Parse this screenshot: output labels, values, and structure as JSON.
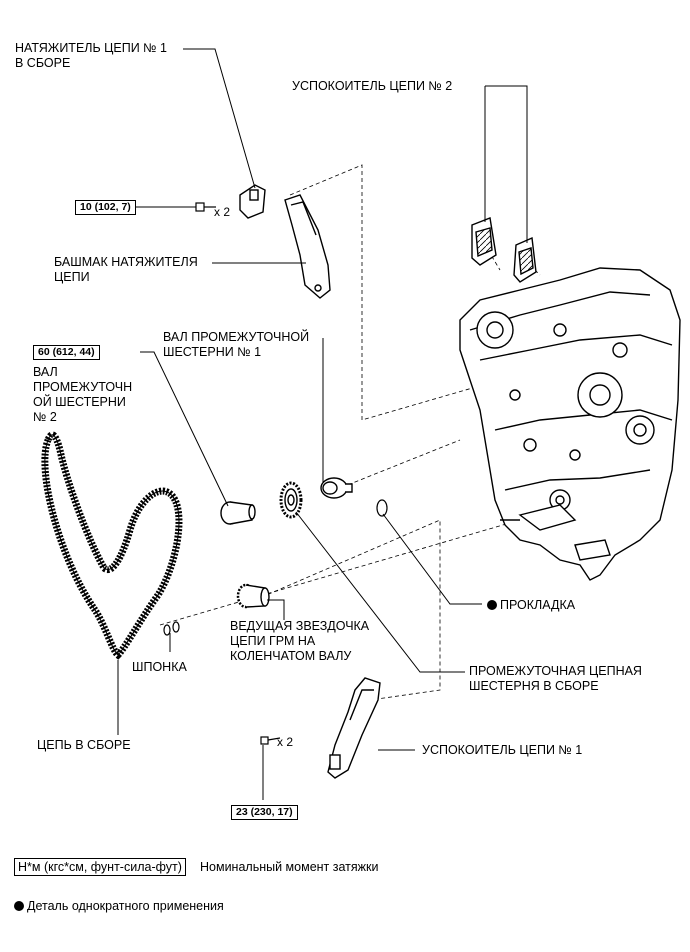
{
  "labels": {
    "tensioner_1": "НАТЯЖИТЕЛЬ ЦЕПИ № 1\nВ СБОРЕ",
    "damper_2": "УСПОКОИТЕЛЬ ЦЕПИ № 2",
    "tensioner_shoe": "БАШМАК НАТЯЖИТЕЛЯ\nЦЕПИ",
    "idler_shaft_1": "ВАЛ ПРОМЕЖУТОЧНОЙ\nШЕСТЕРНИ № 1",
    "idler_shaft_2": "ВАЛ\nПРОМЕЖУТОЧН\nОЙ ШЕСТЕРНИ\n№ 2",
    "gasket": "ПРОКЛАДКА",
    "crank_sprocket": "ВЕДУЩАЯ ЗВЕЗДОЧКА\nЦЕПИ ГРМ НА\nКОЛЕНЧАТОМ ВАЛУ",
    "key": "ШПОНКА",
    "idler_gear_assy": "ПРОМЕЖУТОЧНАЯ ЦЕПНАЯ\nШЕСТЕРНЯ В СБОРЕ",
    "chain_assy": "ЦЕПЬ В СБОРЕ",
    "damper_1": "УСПОКОИТЕЛЬ ЦЕПИ № 1"
  },
  "torques": {
    "tensioner_bolt": "10 (102, 7)",
    "idler_shaft_2": "60 (612, 44)",
    "damper_1_bolt": "23 (230, 17)"
  },
  "multipliers": {
    "tensioner_bolt": "x 2",
    "damper_1_bolt": "x 2"
  },
  "legend": {
    "torque_unit": "Н*м (кгс*см, фунт-сила-фут)",
    "torque_desc": "Номинальный момент затяжки",
    "non_reusable": "Деталь однократного применения"
  }
}
